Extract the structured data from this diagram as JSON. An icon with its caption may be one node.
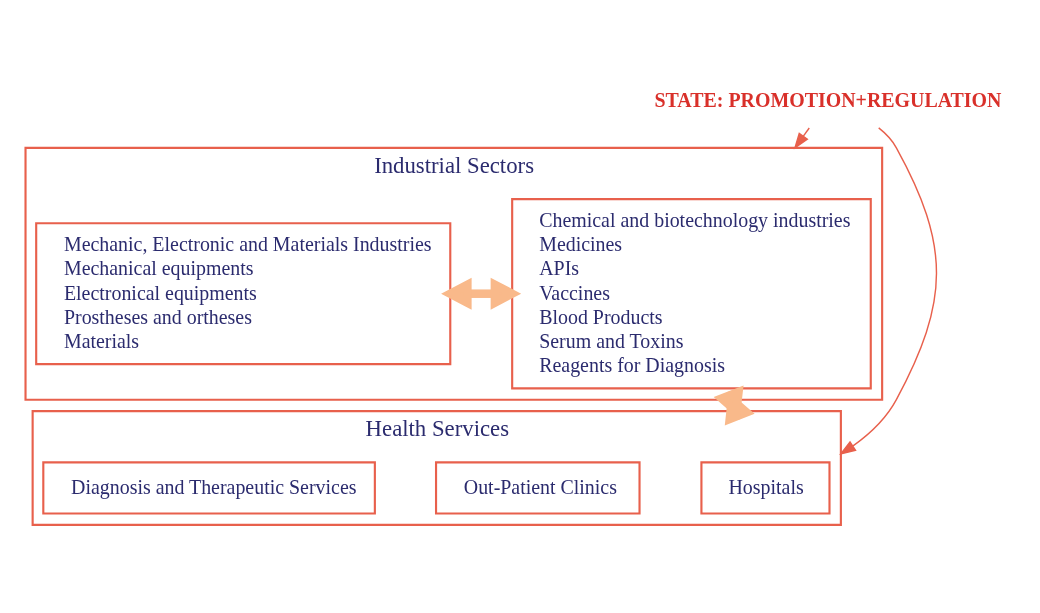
{
  "diagram": {
    "nodes": [
      {
        "text": [
          "STATE: PROMOTION+REGULATION"
        ]
      },
      {
        "text": [
          "Industrial Sectors"
        ]
      },
      {
        "text": [
          "Chemical and biotechnology industries",
          "Medicines",
          "APIs",
          "Vaccines",
          "Blood Products",
          "Serum and Toxins",
          "Reagents for Diagnosis"
        ],
        "in": 1
      },
      {
        "text": [
          "Mechanic, Electronic and Materials Industries",
          "Mechanical equipments",
          "Electronical equipments",
          "Prostheses and ortheses",
          "Materials"
        ],
        "in": 1
      },
      {
        "text": [
          "Health Services"
        ]
      },
      {
        "text": [
          "Hospitals"
        ],
        "in": 4
      },
      {
        "text": [
          "Out-Patient Clinics"
        ],
        "in": 4
      },
      {
        "text": [
          "Diagnosis and Therapeutic Services"
        ],
        "in": 4
      }
    ],
    "edges": [
      {
        "from": 0,
        "to": 1,
        "arrow": "to"
      },
      {
        "from": 0,
        "to": 4,
        "arrow": "to"
      },
      {
        "from": 2,
        "to": 3,
        "arrow": "both",
        "style": "thick",
        "color": "#f9b98a"
      },
      {
        "from": 1,
        "to": 4,
        "arrow": "both",
        "style": "thick",
        "color": "#f9b98a"
      }
    ]
  }
}
